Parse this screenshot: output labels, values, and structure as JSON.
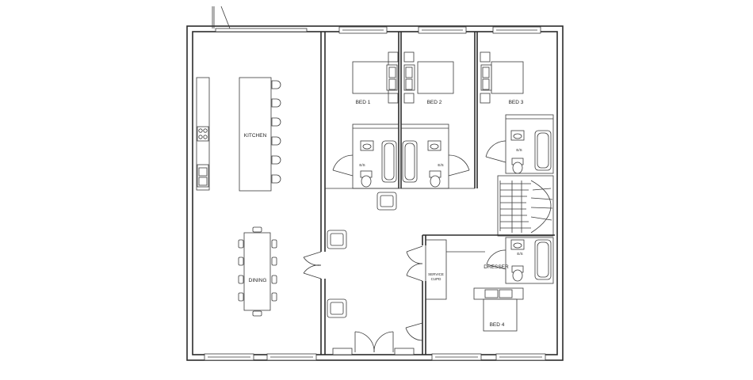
{
  "labels": {
    "kitchen": "KITCHEN",
    "dining": "DINING",
    "bed1": "BED 1",
    "bed2": "BED 2",
    "bed3": "BED 3",
    "bed4": "BED 4",
    "es1": "E/S",
    "es2": "E/S",
    "es3": "E/S",
    "es4": "E/S",
    "dresser": "DRESSER",
    "service_line1": "SERVICE",
    "service_line2": "CUPD"
  }
}
